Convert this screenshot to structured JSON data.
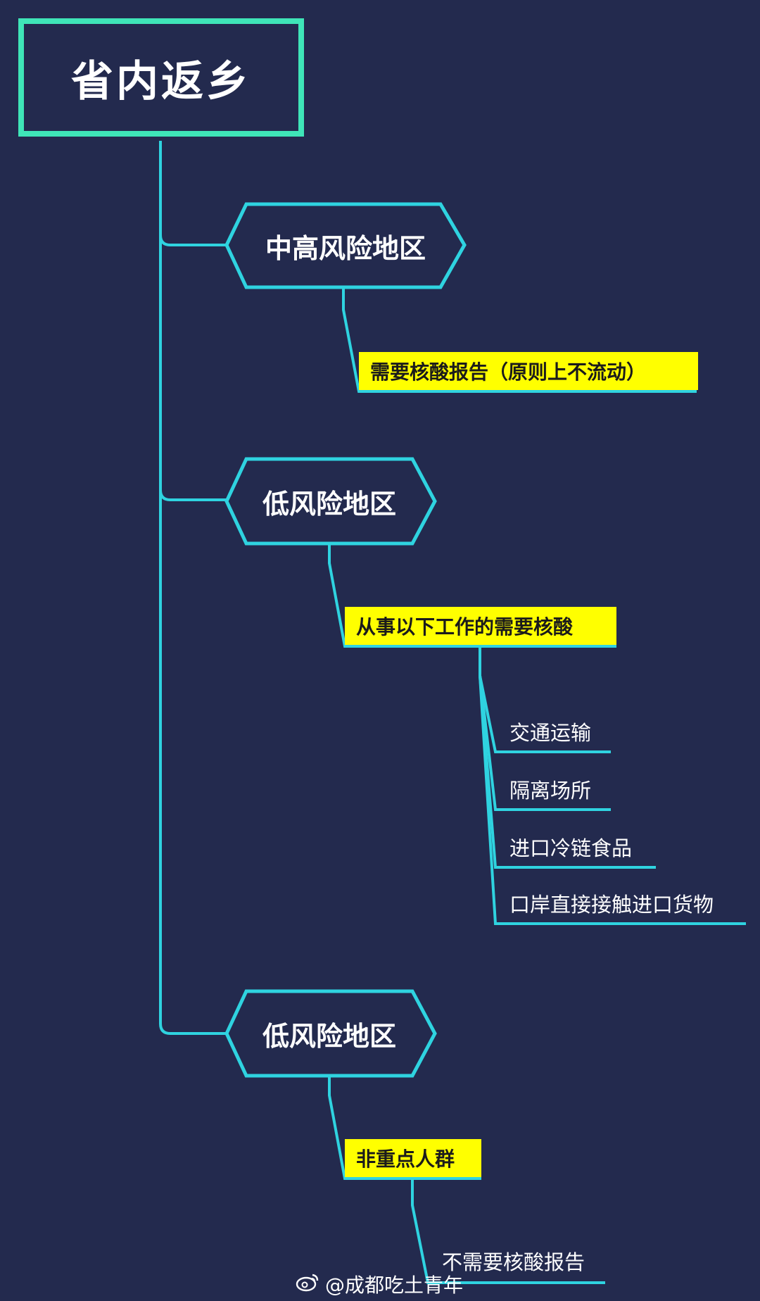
{
  "root": {
    "title": "省内返乡"
  },
  "branches": [
    {
      "label": "中高风险地区",
      "tag": "需要核酸报告（原则上不流动）",
      "items": []
    },
    {
      "label": "低风险地区",
      "tag": "从事以下工作的需要核酸",
      "items": [
        "交通运输",
        "隔离场所",
        "进口冷链食品",
        "口岸直接接触进口货物"
      ]
    },
    {
      "label": "低风险地区",
      "tag": "非重点人群",
      "items": [
        "不需要核酸报告"
      ]
    }
  ],
  "watermark": {
    "text": "@成都吃土青年",
    "icon": "weibo-icon"
  },
  "colors": {
    "background": "#232a4e",
    "root_border": "#3fe5b8",
    "connector": "#2fd3e0",
    "highlight": "#ffff00"
  }
}
